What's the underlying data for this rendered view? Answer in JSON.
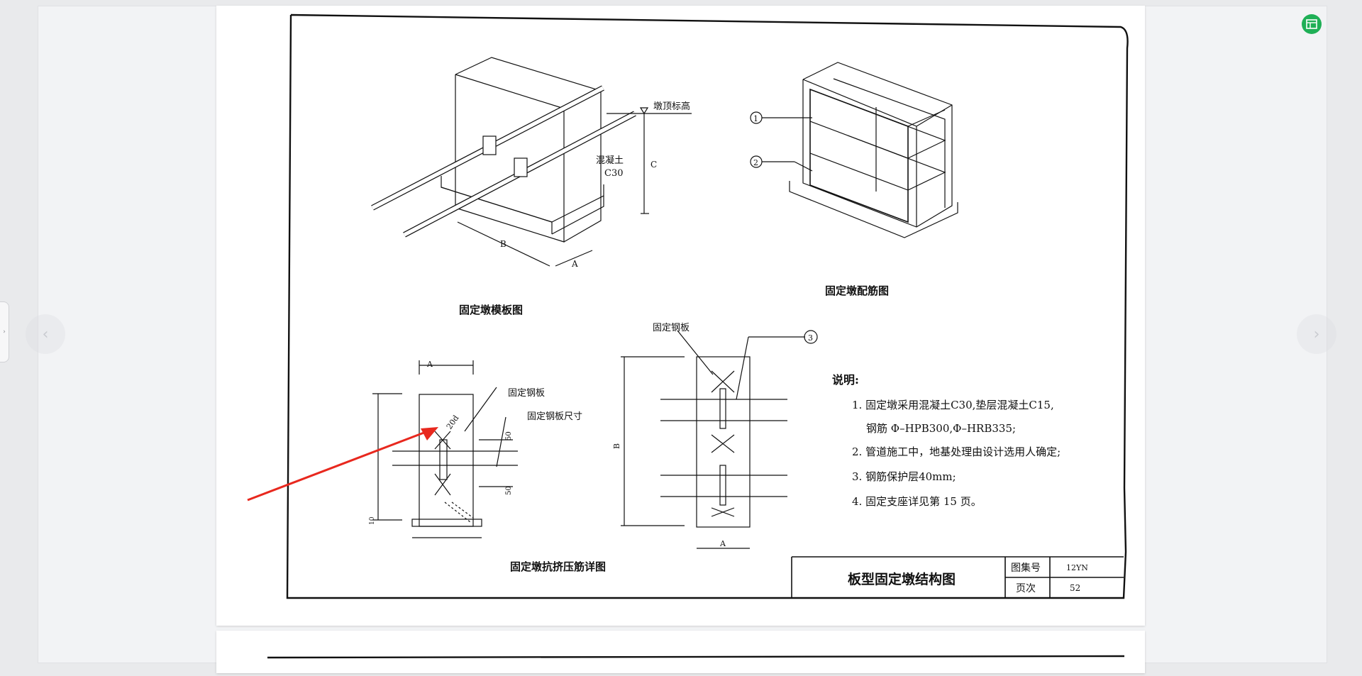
{
  "drawing": {
    "template_title": "固定墩模板图",
    "rebar_title": "固定墩配筋图",
    "detail_title": "固定墩抗挤压筋详图",
    "top_elevation_label": "墩顶标高",
    "concrete_label_1": "混凝土",
    "concrete_label_2": "C30",
    "dim_a": "A",
    "dim_b": "B",
    "dim_c": "C",
    "marker_1": "1",
    "marker_2": "2",
    "marker_3": "3",
    "steel_plate_label": "固定钢板",
    "steel_plate_size_label": "固定钢板尺寸",
    "dim_20d": "20d",
    "dim_50": "50",
    "dim_10": "10",
    "notes": {
      "title": "说明:",
      "lines": [
        "1. 固定墩采用混凝土C30,垫层混凝土C15,",
        "钢筋 Φ–HPB300,Φ–HRB335;",
        "2. 管道施工中，地基处理由设计选用人确定;",
        "3. 钢筋保护层40mm;",
        "4. 固定支座详见第 15 页。"
      ]
    },
    "title_block": {
      "drawing_name": "板型固定墩结构图",
      "atlas_label": "图集号",
      "atlas_value": "12YN",
      "page_label": "页次",
      "page_value": "52"
    }
  },
  "viewer": {
    "prev_icon": "‹",
    "next_icon": "›",
    "sidebar_icon": "›",
    "app_badge_icon": "table-icon",
    "accent_color": "#1faf56",
    "annotation_color": "#e8281e"
  }
}
